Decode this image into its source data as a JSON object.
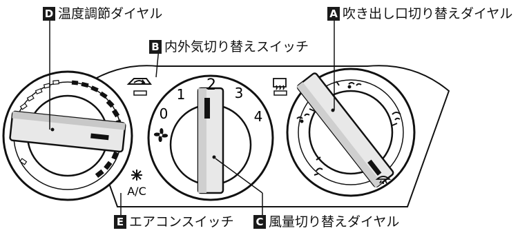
{
  "callouts": {
    "D": {
      "letter": "D",
      "label": "温度調節ダイヤル"
    },
    "A": {
      "letter": "A",
      "label": "吹き出し口切り替えダイヤル"
    },
    "B": {
      "letter": "B",
      "label": "内外気切り替えスイッチ"
    },
    "E": {
      "letter": "E",
      "label": "エアコンスイッチ"
    },
    "C": {
      "letter": "C",
      "label": "風量切り替えダイヤル"
    }
  },
  "fan_dial": {
    "speeds": [
      "0",
      "1",
      "2",
      "3",
      "4"
    ]
  },
  "ac_switch": {
    "label": "A/C"
  },
  "icons": [
    "recirculation-icon",
    "rear-defogger-icon",
    "fan-icon",
    "ac-snowflake-icon",
    "face-vent-icon",
    "bilevel-vent-icon",
    "foot-vent-icon",
    "foot-defrost-icon",
    "defroster-icon"
  ]
}
